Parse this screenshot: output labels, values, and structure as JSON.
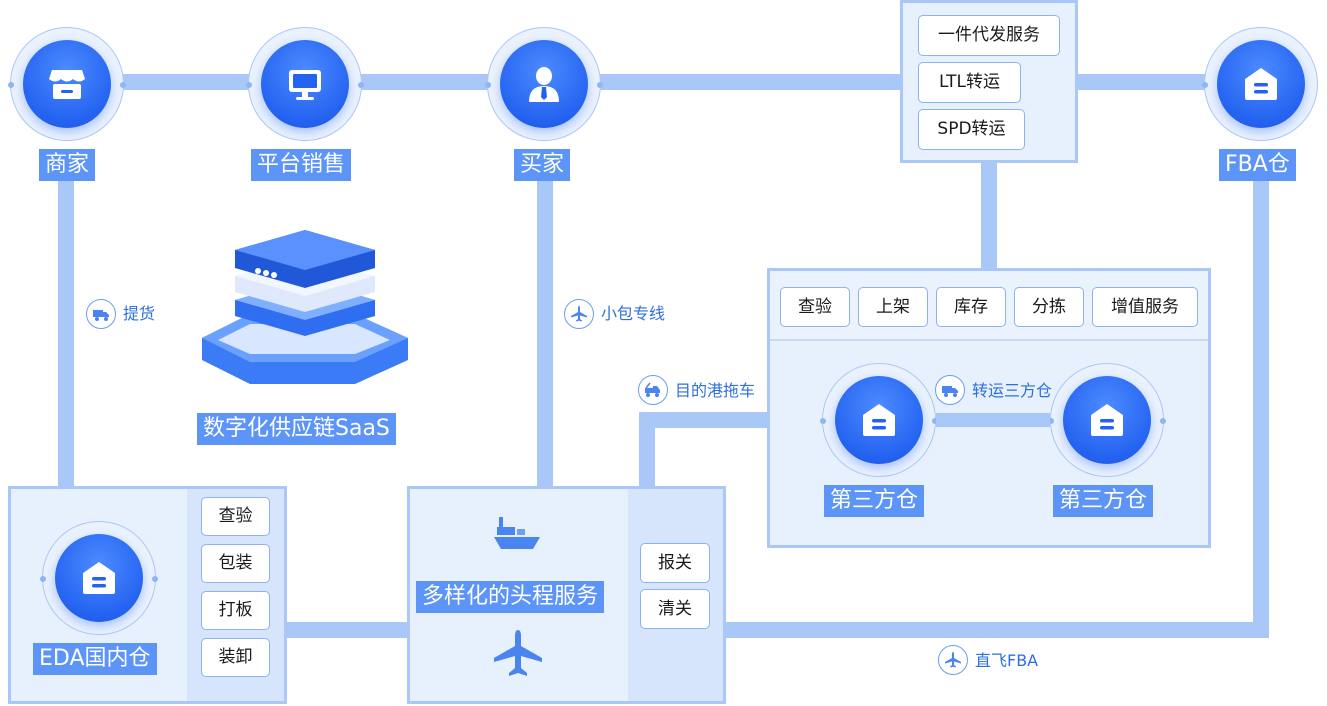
{
  "nodes": {
    "merchant": "商家",
    "platform": "平台销售",
    "buyer": "买家",
    "fba": "FBA仓",
    "eda": "EDA国内仓",
    "third_a": "第三方仓",
    "third_b": "第三方仓"
  },
  "saas_label": "数字化供应链SaaS",
  "top_services": [
    "一件代发服务",
    "LTL转运",
    "SPD转运"
  ],
  "warehouse_services": [
    "查验",
    "上架",
    "库存",
    "分拣",
    "增值服务"
  ],
  "eda_services": [
    "查验",
    "包装",
    "打板",
    "装卸"
  ],
  "firstleg": {
    "title": "多样化的头程服务",
    "services": [
      "报关",
      "清关"
    ]
  },
  "routes": {
    "pickup": "提货",
    "small_parcel": "小包专线",
    "port_tow": "目的港拖车",
    "transfer": "转运三方仓",
    "direct_fba": "直飞FBA"
  },
  "icons": [
    "store-icon",
    "monitor-icon",
    "person-icon",
    "warehouse-icon",
    "truck-icon",
    "plane-icon",
    "ship-icon",
    "tow-truck-icon",
    "server-stack-icon"
  ],
  "colors": {
    "line": "#a9c8f8",
    "panel": "#e7f0fd",
    "accent": "#2463f0",
    "tag": "#5c94f7",
    "label": "#2e6ee0"
  }
}
